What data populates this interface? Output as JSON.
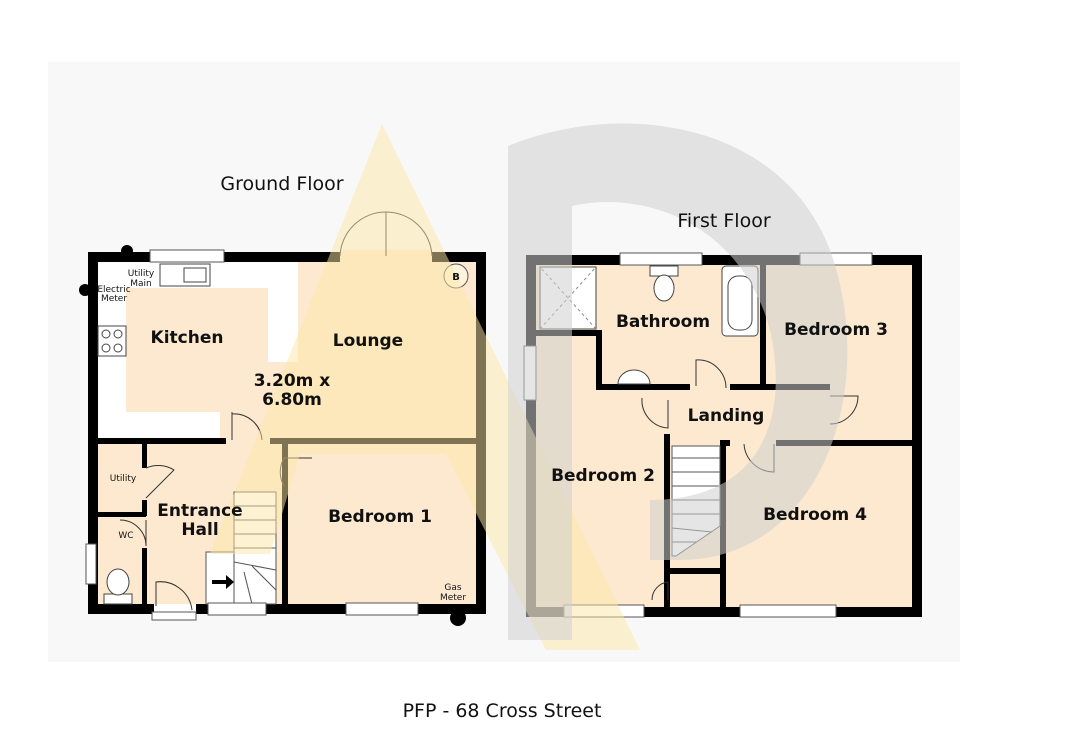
{
  "ground_floor": {
    "title": "Ground Floor",
    "rooms": {
      "kitchen": "Kitchen",
      "lounge": "Lounge",
      "lounge_dim_line1": "3.20m x",
      "lounge_dim_line2": "6.80m",
      "utility": "Utility",
      "entrance_hall_line1": "Entrance",
      "entrance_hall_line2": "Hall",
      "wc": "WC",
      "bedroom_1": "Bedroom 1"
    },
    "labels": {
      "utility_main_line1": "Utility",
      "utility_main_line2": "Main",
      "electric_meter_line1": "Electric",
      "electric_meter_line2": "Meter",
      "gas_meter_line1": "Gas",
      "gas_meter_line2": "Meter",
      "boiler": "B"
    }
  },
  "first_floor": {
    "title": "First Floor",
    "rooms": {
      "bathroom": "Bathroom",
      "bedroom_3": "Bedroom 3",
      "landing": "Landing",
      "bedroom_2": "Bedroom 2",
      "bedroom_4": "Bedroom 4"
    }
  },
  "footer": {
    "caption": "PFP - 68 Cross Street"
  },
  "colors": {
    "floor": "#fde9cf",
    "wall": "#000000",
    "watermark_yellow": "#fbe7a6",
    "watermark_grey": "#d9d9d9"
  }
}
